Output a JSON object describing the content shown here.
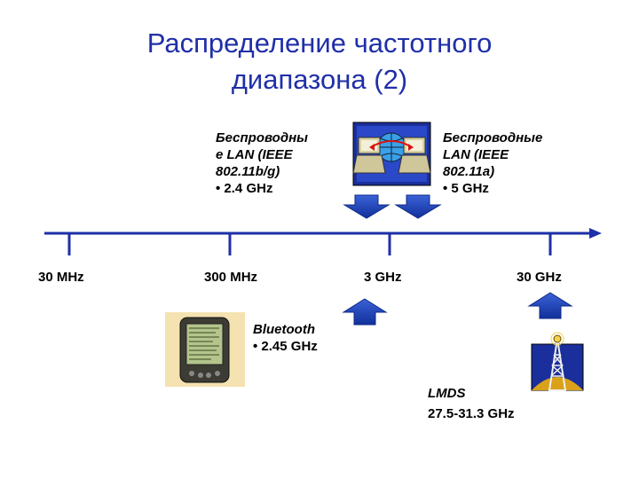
{
  "title": {
    "line1": "Распределение частотного",
    "line2": "диапазона (2)"
  },
  "scale": {
    "ticks": [
      "30 MHz",
      "300 MHz",
      "3 GHz",
      "30 GHz"
    ]
  },
  "annotations": {
    "wlan_b_g": {
      "line1": "Беспроводны",
      "line2": "е LAN (IEEE",
      "line3": "802.11b/g)",
      "freq": "2.4 GHz"
    },
    "wlan_a": {
      "line1": "Беспроводные",
      "line2": "LAN (IEEE",
      "line3": "802.11a)",
      "freq": "5 GHz"
    },
    "bluetooth": {
      "name": "Bluetooth",
      "freq": "2.45 GHz"
    },
    "lmds": {
      "name": "LMDS",
      "freq": "27.5-31.3 GHz"
    }
  },
  "colors": {
    "title": "#1f2fa8",
    "axis": "#1f2fa8",
    "arrow": "#1a3fb5"
  },
  "icons": [
    "network-computers-icon",
    "pda-icon",
    "radio-tower-icon"
  ]
}
